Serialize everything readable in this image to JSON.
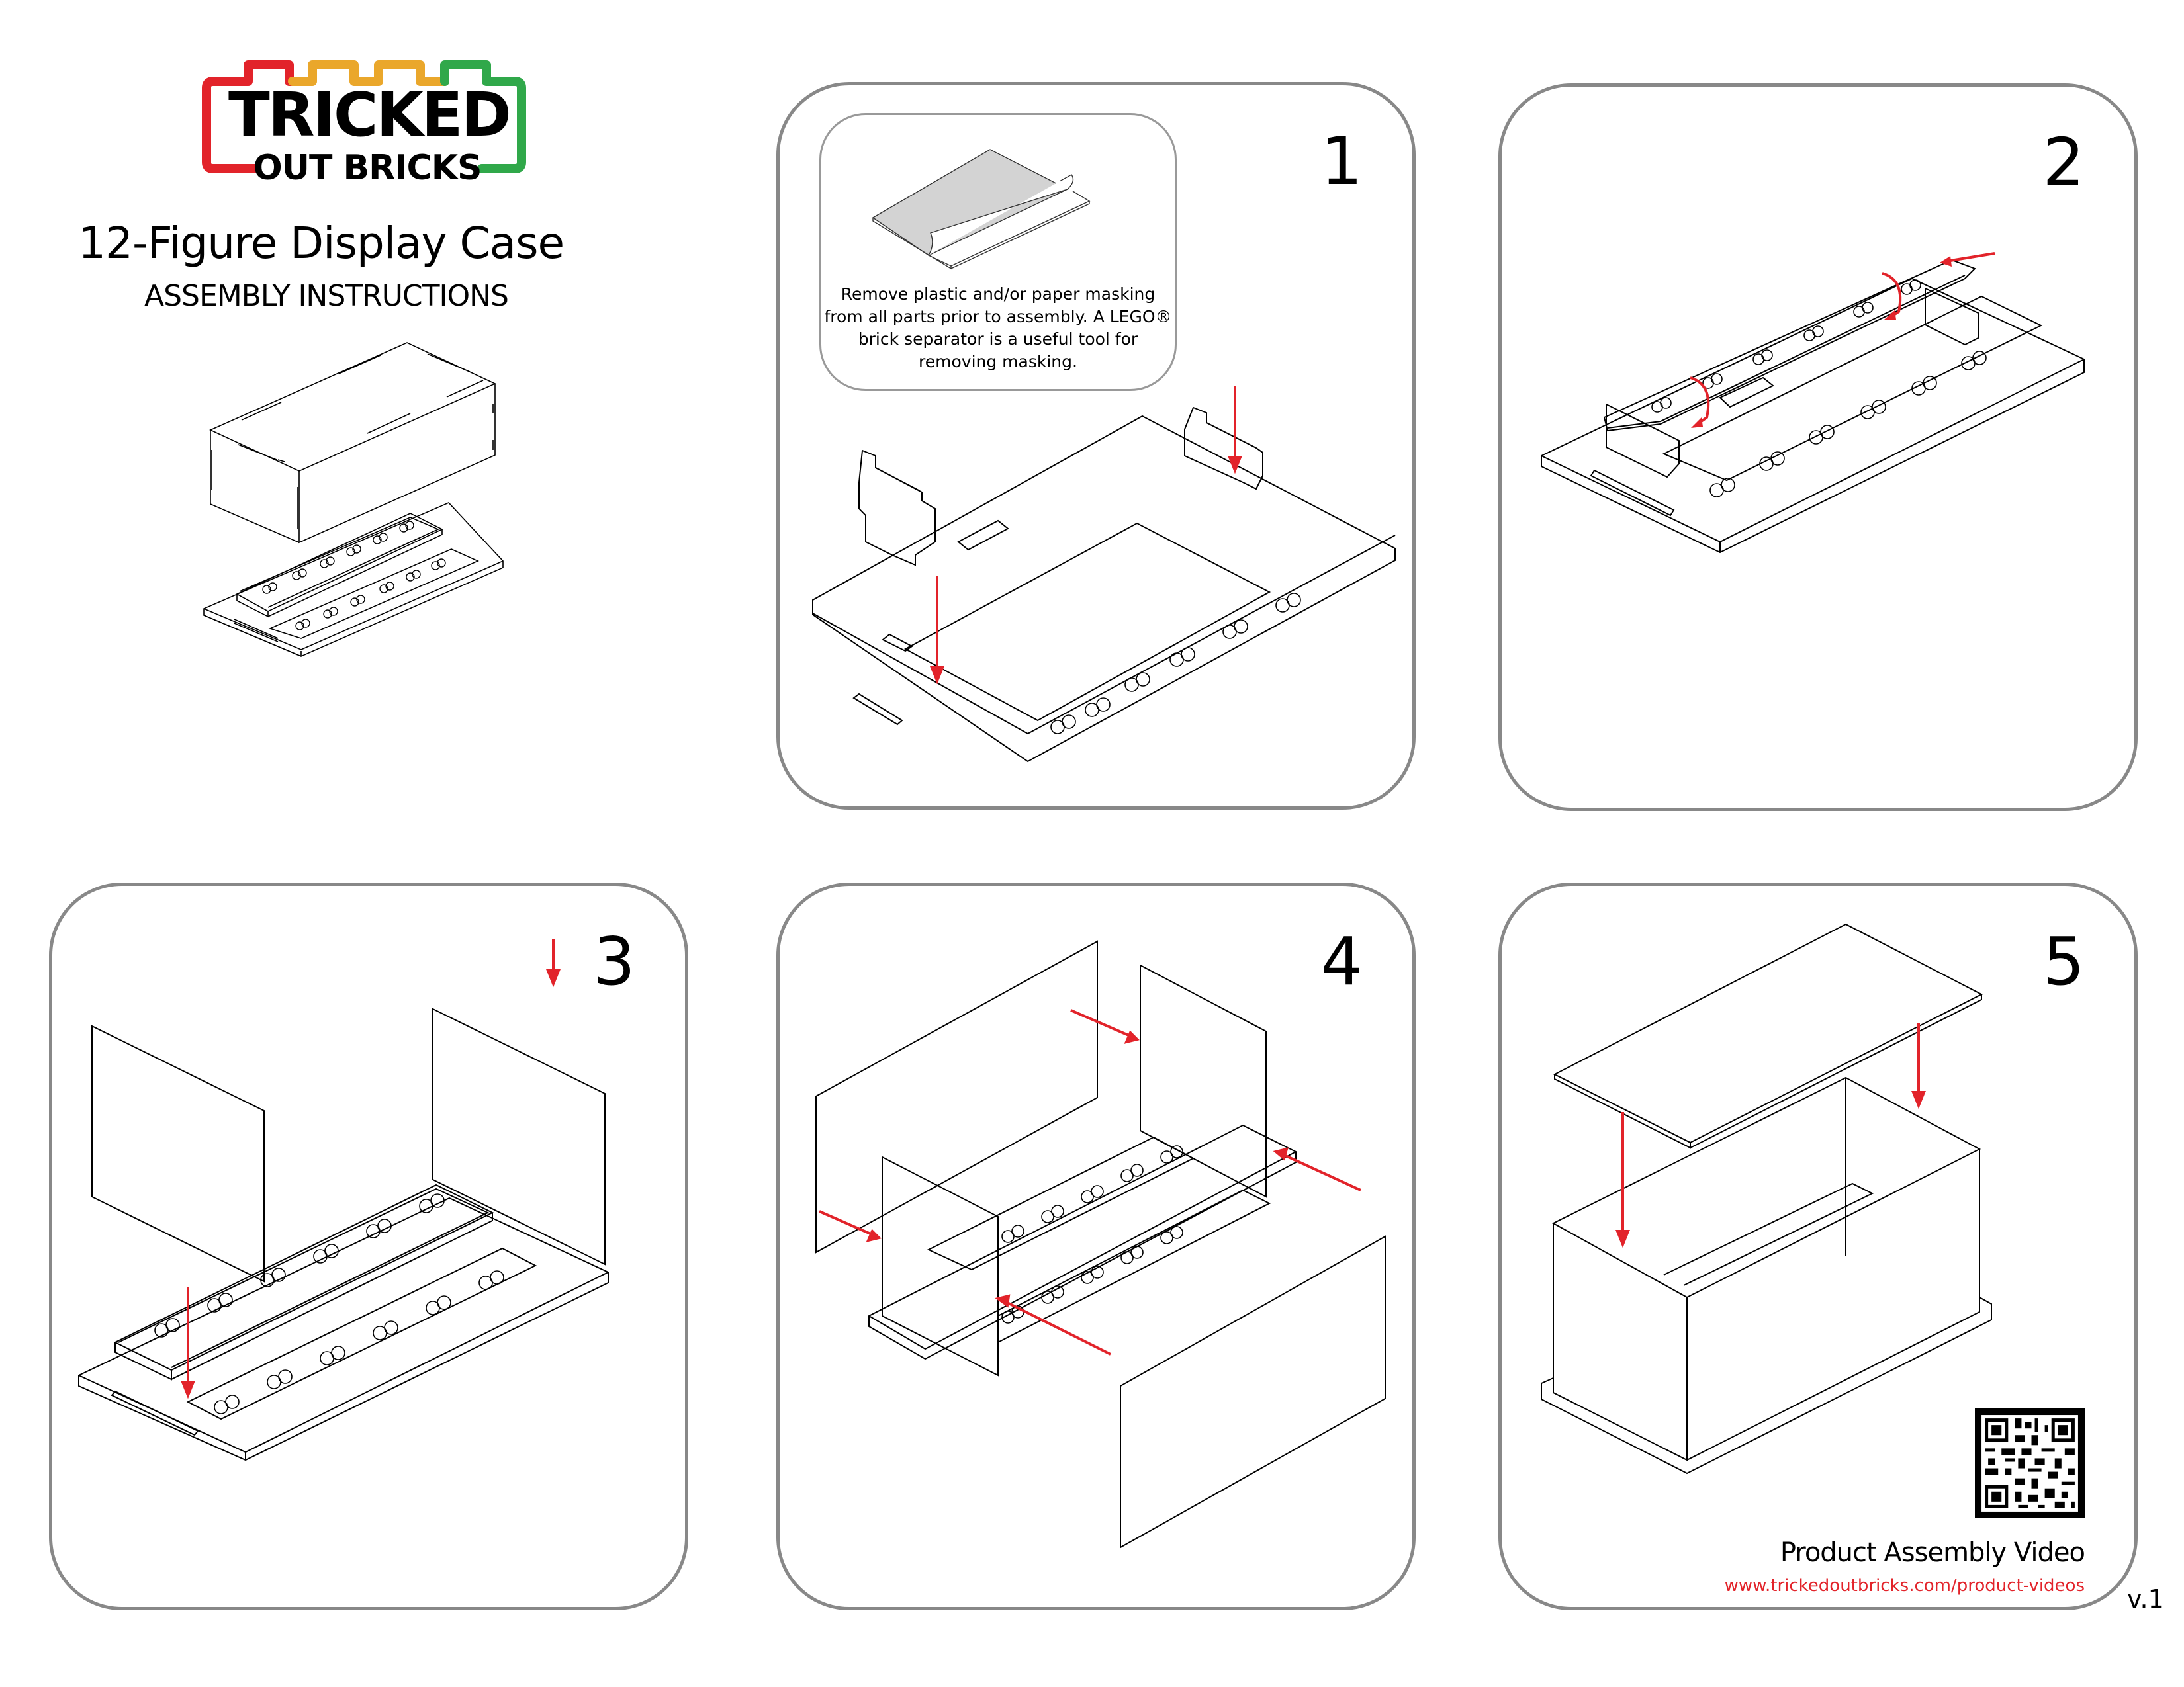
{
  "brand": {
    "name_line1": "TRICKED",
    "name_line2": "OUT BRICKS",
    "colors": {
      "red": "#e2232a",
      "yellow": "#eaa72b",
      "green": "#30a84a",
      "text": "#000000"
    }
  },
  "document": {
    "title": "12-Figure Display Case",
    "subtitle": "ASSEMBLY INSTRUCTIONS",
    "version": "v.1"
  },
  "overview": {
    "illustration": "exploded-view-case-over-base"
  },
  "steps": [
    {
      "number": "1",
      "note": {
        "lines": [
          "Remove plastic and/or paper masking",
          "from all parts prior to assembly. A LEGO®",
          "brick separator is a useful tool for",
          "removing masking."
        ]
      },
      "illustration": "insert-two-brackets-into-base"
    },
    {
      "number": "2",
      "illustration": "slide-and-rotate-stud-rail-onto-brackets"
    },
    {
      "number": "3",
      "illustration": "insert-two-end-panels"
    },
    {
      "number": "4",
      "illustration": "attach-front-and-back-panels"
    },
    {
      "number": "5",
      "illustration": "place-lid-on-top",
      "video": {
        "label": "Product Assembly Video",
        "url": "www.trickedoutbricks.com/product-videos",
        "qr_icon": "qr-code-icon"
      }
    }
  ],
  "style": {
    "panel_border": "#888888",
    "arrow": "#e2232a",
    "masking_fill": "#d3d3d3"
  }
}
